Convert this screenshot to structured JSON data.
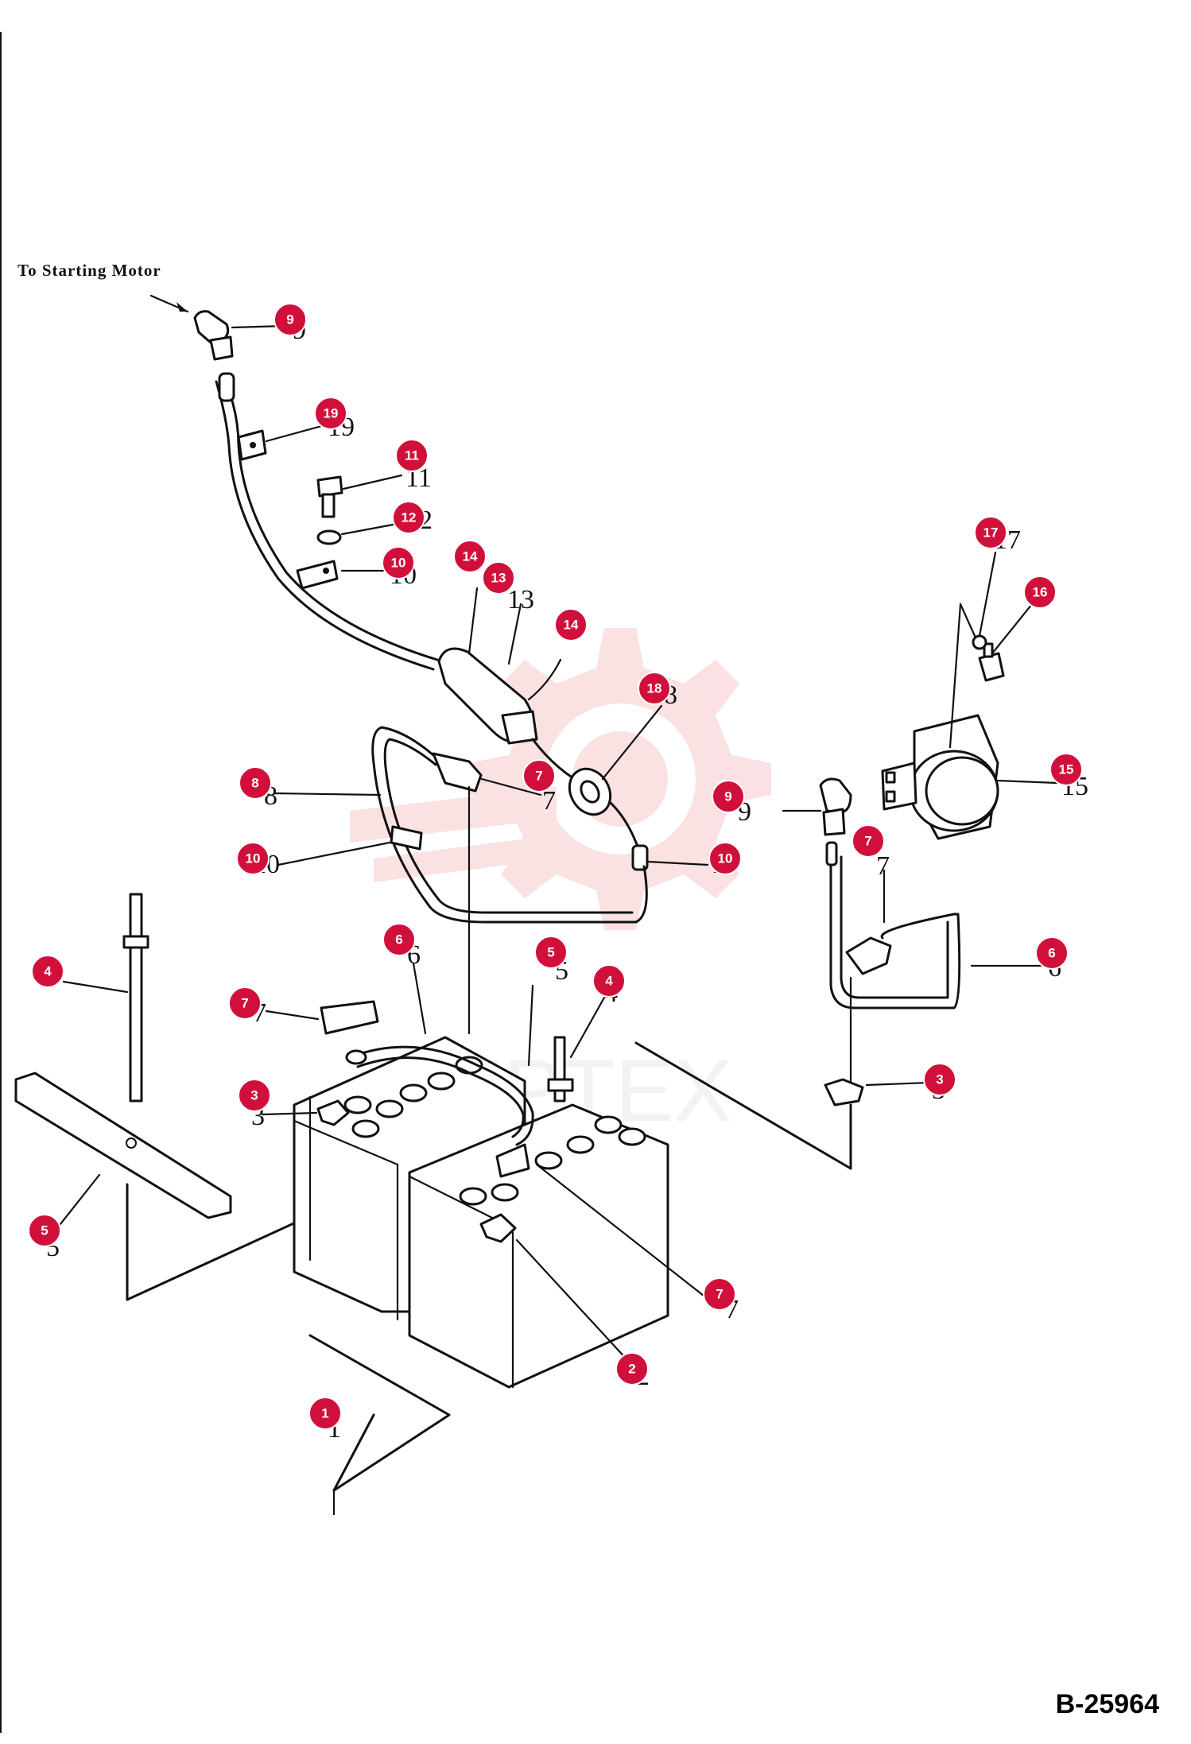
{
  "annotation": {
    "to_starting_motor": "To Starting Motor"
  },
  "drawing_number": "B-25964",
  "watermark_text": "EPTEX",
  "colors": {
    "callout": "#d0103a",
    "watermark": "#f5b8bc",
    "line": "#111111"
  },
  "callouts": [
    {
      "id": "c9a",
      "num": "9"
    },
    {
      "id": "c19",
      "num": "19"
    },
    {
      "id": "c11",
      "num": "11"
    },
    {
      "id": "c12",
      "num": "12"
    },
    {
      "id": "c10a",
      "num": "10"
    },
    {
      "id": "c14a",
      "num": "14"
    },
    {
      "id": "c13",
      "num": "13"
    },
    {
      "id": "c14b",
      "num": "14"
    },
    {
      "id": "c18",
      "num": "18"
    },
    {
      "id": "c17",
      "num": "17"
    },
    {
      "id": "c16",
      "num": "16"
    },
    {
      "id": "c15",
      "num": "15"
    },
    {
      "id": "c8",
      "num": "8"
    },
    {
      "id": "c7a",
      "num": "7"
    },
    {
      "id": "c9b",
      "num": "9"
    },
    {
      "id": "c10b",
      "num": "10"
    },
    {
      "id": "c10c",
      "num": "10"
    },
    {
      "id": "c7b",
      "num": "7"
    },
    {
      "id": "c6a",
      "num": "6"
    },
    {
      "id": "c5a",
      "num": "5"
    },
    {
      "id": "c4a",
      "num": "4"
    },
    {
      "id": "c4b",
      "num": "4"
    },
    {
      "id": "c7c",
      "num": "7"
    },
    {
      "id": "c6b",
      "num": "6"
    },
    {
      "id": "c3a",
      "num": "3"
    },
    {
      "id": "c3b",
      "num": "3"
    },
    {
      "id": "c5b",
      "num": "5"
    },
    {
      "id": "c7d",
      "num": "7"
    },
    {
      "id": "c2",
      "num": "2"
    },
    {
      "id": "c1",
      "num": "1"
    }
  ],
  "part_labels": [
    {
      "id": "l9a",
      "text": "9"
    },
    {
      "id": "l19",
      "text": "19"
    },
    {
      "id": "l11",
      "text": "11"
    },
    {
      "id": "l12",
      "text": "12"
    },
    {
      "id": "l10a",
      "text": "10"
    },
    {
      "id": "l13",
      "text": "13"
    },
    {
      "id": "l18",
      "text": "18"
    },
    {
      "id": "l17",
      "text": "17"
    },
    {
      "id": "l15",
      "text": "15"
    },
    {
      "id": "l8",
      "text": "8"
    },
    {
      "id": "l7a",
      "text": "7"
    },
    {
      "id": "l9b",
      "text": "9"
    },
    {
      "id": "l10b",
      "text": "10"
    },
    {
      "id": "l10c",
      "text": "10"
    },
    {
      "id": "l7b",
      "text": "7"
    },
    {
      "id": "l6a",
      "text": "6"
    },
    {
      "id": "l5a",
      "text": "5"
    },
    {
      "id": "l4b",
      "text": "4"
    },
    {
      "id": "l7c",
      "text": "7"
    },
    {
      "id": "l6b",
      "text": "6"
    },
    {
      "id": "l3a",
      "text": "3"
    },
    {
      "id": "l3b",
      "text": "3"
    },
    {
      "id": "l5b",
      "text": "5"
    },
    {
      "id": "l7d",
      "text": "7"
    },
    {
      "id": "l2",
      "text": "2"
    },
    {
      "id": "l1",
      "text": "1"
    }
  ]
}
